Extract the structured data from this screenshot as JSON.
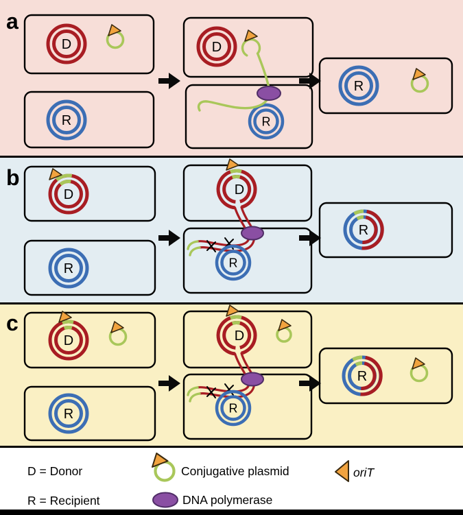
{
  "figure": {
    "donor_letter": "D",
    "recipient_letter": "R",
    "panels": [
      {
        "id": "a",
        "label": "a"
      },
      {
        "id": "b",
        "label": "b"
      },
      {
        "id": "c",
        "label": "c"
      }
    ]
  },
  "legend": {
    "donor": "D = Donor",
    "recipient": "R = Recipient",
    "conjugative_plasmid": "Conjugative plasmid",
    "dna_polymerase": "DNA polymerase",
    "orit": "oriT"
  },
  "icons": {
    "orit-icon": "orange triangle flag",
    "arrow-right-icon": "solid black right arrow",
    "dna-polymerase-icon": "purple ellipse",
    "conjugative-plasmid-icon": "green circle with orange triangle"
  },
  "colors": {
    "panel_a_bg": "#f7ded8",
    "panel_b_bg": "#e3edf2",
    "panel_c_bg": "#faf0c4",
    "chromosome_red": "#a81d23",
    "recipient_blue": "#3c6eb4",
    "plasmid_green": "#a9c75a",
    "orit_orange": "#f1a33f",
    "polymerase_purple": "#8a4fa3",
    "divider_black": "#000000"
  }
}
